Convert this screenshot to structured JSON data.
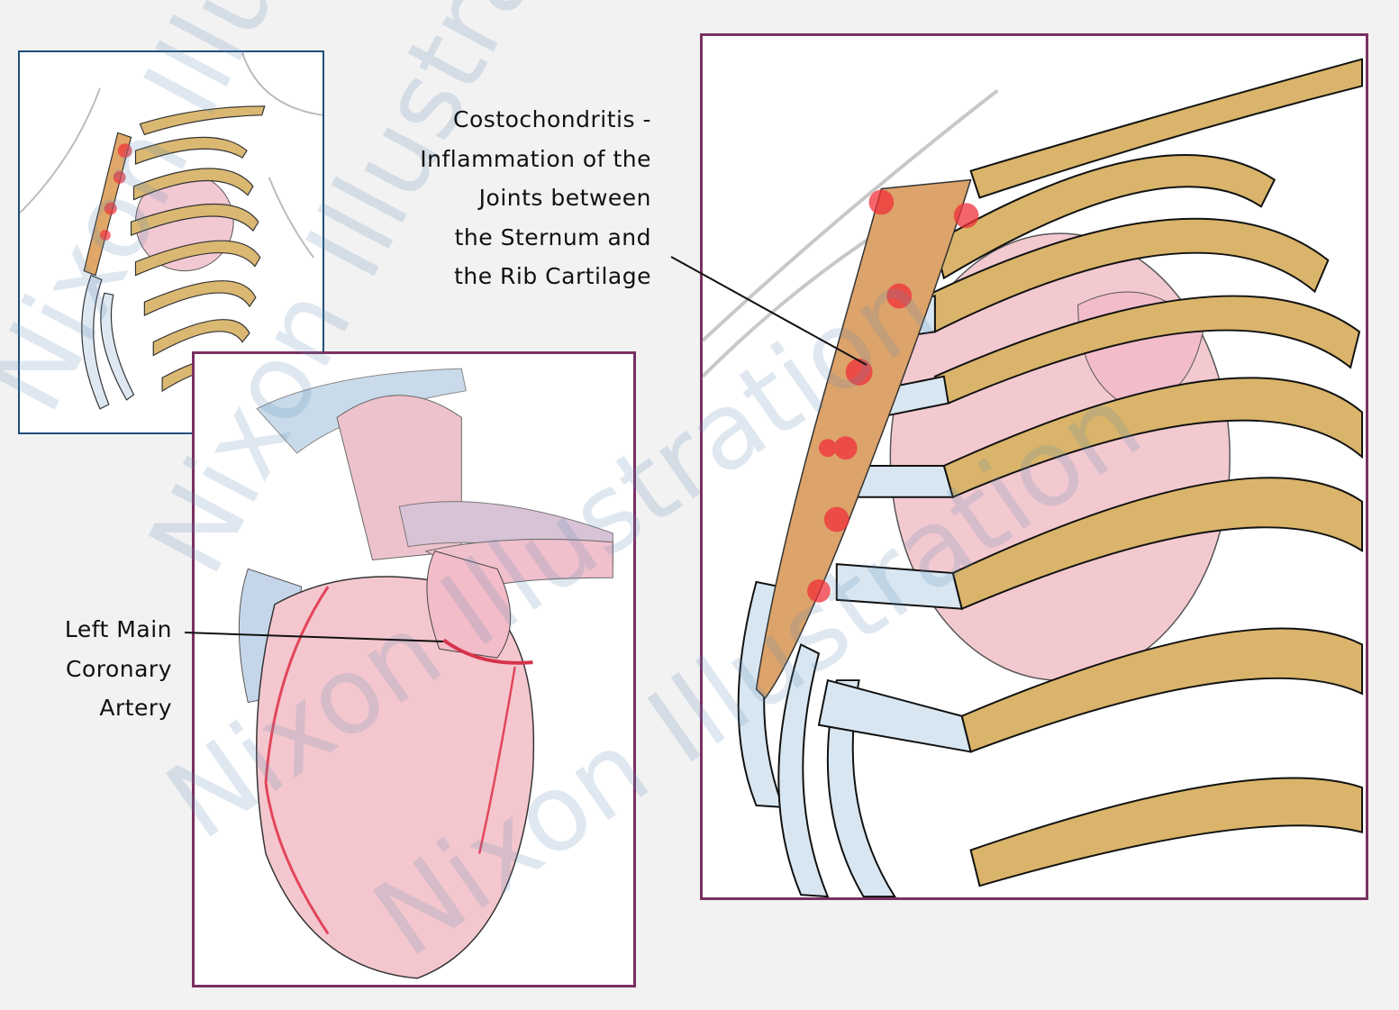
{
  "labels": {
    "costochondritis": [
      "Costochondritis  -",
      "Inflammation of the",
      "Joints between",
      "the Sternum and",
      "the Rib Cartilage"
    ],
    "left_main_coronary_artery": [
      "Left Main",
      "Coronary",
      "Artery"
    ]
  },
  "watermark": "Nixon Illustration",
  "colors": {
    "background": "#f2f2f2",
    "frame_blue": "#1f4e79",
    "frame_plum": "#7a3060",
    "bone": "#d9b46a",
    "cartilage": "#d7e5f0",
    "heart": "#f3c6cd",
    "inflammation": "#f0303a"
  }
}
